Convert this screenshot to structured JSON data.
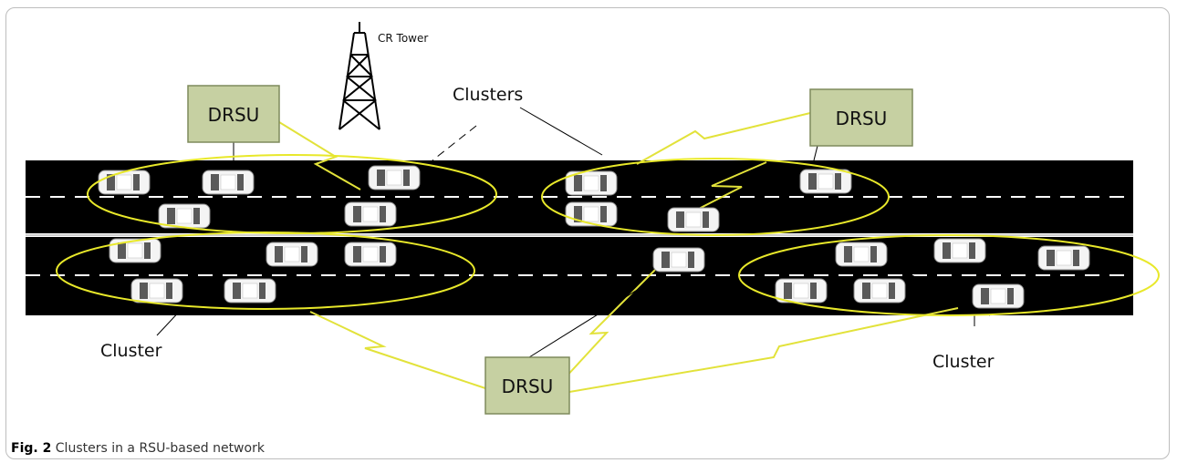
{
  "figure": {
    "caption_label": "Fig. 2",
    "caption_text": "Clusters in a RSU-based network"
  },
  "labels": {
    "tower": "CR Tower",
    "clusters": "Clusters",
    "cluster_left": "Cluster",
    "cluster_right": "Cluster",
    "drsu_top_left": "DRSU",
    "drsu_top_right": "DRSU",
    "drsu_bottom": "DRSU"
  },
  "colors": {
    "road": "#000000",
    "lane_marking": "#ffffff",
    "cluster_outline": "#e8e82a",
    "wireless_link": "#e2e23a",
    "drsu_fill": "#c6d0a2",
    "drsu_border": "#7e8a5c"
  },
  "icons": [
    "tower-icon",
    "car-icon",
    "lightning-link-icon"
  ]
}
